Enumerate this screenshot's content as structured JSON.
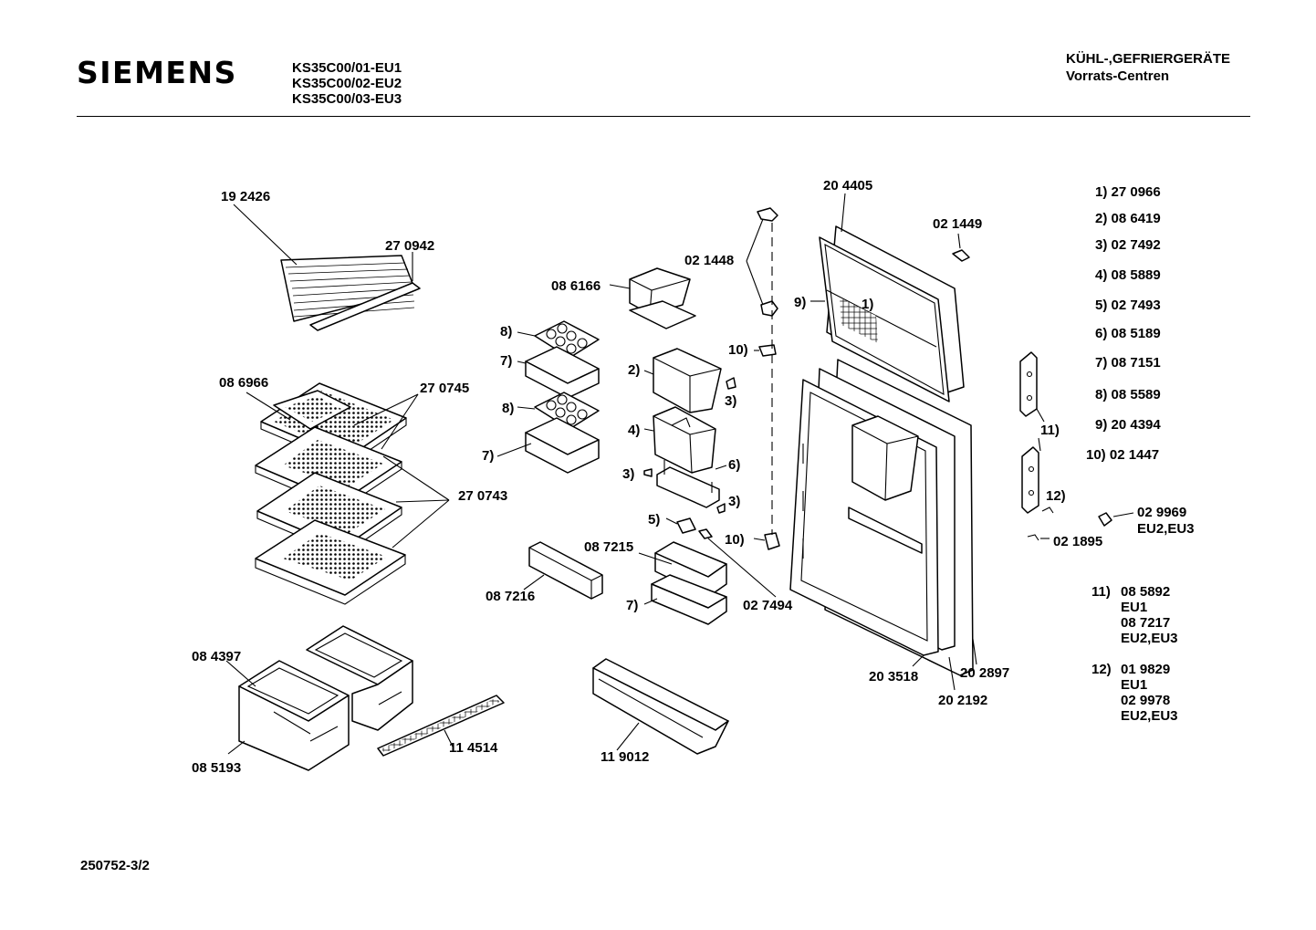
{
  "header": {
    "brand": "SIEMENS",
    "models": [
      "KS35C00/01-EU1",
      "KS35C00/02-EU2",
      "KS35C00/03-EU3"
    ],
    "category": "KÜHL-,GEFRIERGERÄTE",
    "subcategory": "Vorrats-Centren"
  },
  "footer": {
    "doc_number": "250752-3/2"
  },
  "part_labels": {
    "p192426": "19 2426",
    "p270942": "27 0942",
    "p086966": "08 6966",
    "p270745": "27 0745",
    "p270743": "27 0743",
    "p084397": "08 4397",
    "p085193": "08 5193",
    "p114514": "11 4514",
    "p086166": "08 6166",
    "p021448": "02 1448",
    "p087215": "08 7215",
    "p087216": "08 7216",
    "p027494": "02 7494",
    "p119012": "11 9012",
    "p204405": "20 4405",
    "p021449": "02 1449",
    "p203518": "20 3518",
    "p202897": "20 2897",
    "p202192": "20 2192",
    "p029969": "02 9969",
    "p029969_var": "EU2,EU3",
    "p021895": "02 1895"
  },
  "callouts": {
    "c1": "1)",
    "c2": "2)",
    "c3a": "3)",
    "c3b": "3)",
    "c3c": "3)",
    "c4": "4)",
    "c5": "5)",
    "c6": "6)",
    "c7a": "7)",
    "c7b": "7)",
    "c7c": "7)",
    "c8a": "8)",
    "c8b": "8)",
    "c9": "9)",
    "c10a": "10)",
    "c10b": "10)",
    "c11": "11)",
    "c12": "12)"
  },
  "legend": [
    {
      "ref": "1)",
      "part": "27 0966"
    },
    {
      "ref": "2)",
      "part": "08 6419"
    },
    {
      "ref": "3)",
      "part": "02 7492"
    },
    {
      "ref": "4)",
      "part": "08 5889"
    },
    {
      "ref": "5)",
      "part": "02 7493"
    },
    {
      "ref": "6)",
      "part": "08 5189"
    },
    {
      "ref": "7)",
      "part": "08 7151"
    },
    {
      "ref": "8)",
      "part": "08 5589"
    },
    {
      "ref": "9)",
      "part": "20 4394"
    },
    {
      "ref": "10)",
      "part": "02 1447"
    }
  ],
  "legend_variants": [
    {
      "ref": "11)",
      "lines": [
        "08 5892",
        "EU1",
        "08 7217",
        "EU2,EU3"
      ]
    },
    {
      "ref": "12)",
      "lines": [
        "01 9829",
        "EU1",
        "02 9978",
        "EU2,EU3"
      ]
    }
  ]
}
